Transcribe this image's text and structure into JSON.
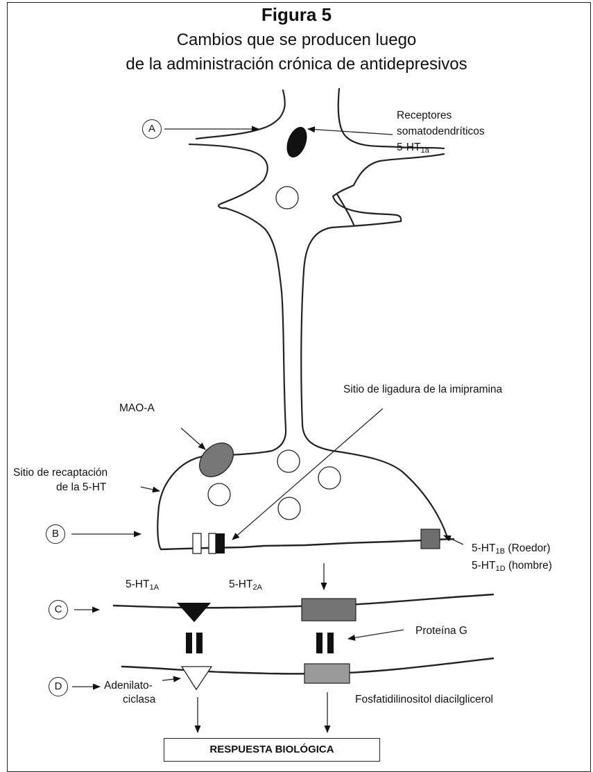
{
  "figure": {
    "title": "Figura 5",
    "subtitle_line1": "Cambios que se producen luego",
    "subtitle_line2": "de la administración crónica de antidepresivos"
  },
  "markers": {
    "a": "A",
    "b": "B",
    "c": "C",
    "d": "D"
  },
  "labels": {
    "receptores_line1": "Receptores",
    "receptores_line2": "somatodendríticos",
    "receptores_line3_base": "5-HT",
    "receptores_line3_sub": "1a",
    "imipramina": "Sitio de ligadura de la imipramina",
    "mao": "MAO-A",
    "recaptacion_line1": "Sitio de recaptación",
    "recaptacion_line2": "de la 5-HT",
    "ht1b_base": "5-HT",
    "ht1b_sub": "1B",
    "ht1b_suffix": " (Roedor)",
    "ht1d_base": "5-HT",
    "ht1d_sub": "1D",
    "ht1d_suffix": " (hombre)",
    "ht1a_base": "5-HT",
    "ht1a_sub": "1A",
    "ht2a_base": "5-HT",
    "ht2a_sub": "2A",
    "proteina_g": "Proteína G",
    "adenilato_line1": "Adenilato-",
    "adenilato_line2": "ciclasa",
    "fosfatidil": "Fosfatidilinositol diacilglicerol",
    "respuesta": "RESPUESTA BIOLÓGICA"
  },
  "colors": {
    "receptor_somatodendritic": "#111111",
    "mao": "#777777",
    "autoreceptor_1b": "#6e6e6e",
    "receptor_2a": "#747474",
    "phospholipase": "#9a9a9a",
    "g_protein": "#111111"
  }
}
